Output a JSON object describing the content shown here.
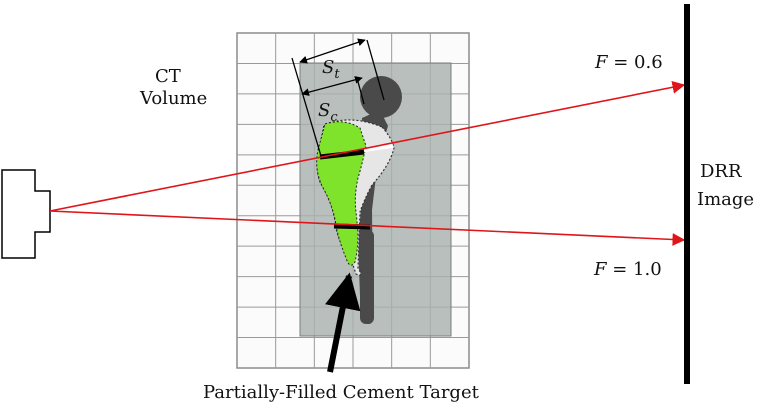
{
  "labels": {
    "ct_line1": "CT",
    "ct_line2": "Volume",
    "drr_line1": "DRR",
    "drr_line2": "Image",
    "target": "Partially-Filled Cement Target"
  },
  "math": {
    "s_var": "S",
    "s_t_sub": "t",
    "s_c_sub": "c",
    "f_top_var": "F",
    "f_top_rest": " = 0.6",
    "f_bottom_var": "F",
    "f_bottom_rest": " = 1.0"
  },
  "colors": {
    "ray": "#e0151a",
    "cement": "#7ee32a",
    "implant": "#4a4a4a",
    "bone_overlay": "#a9b0ac",
    "grid_line": "#9a9a9a",
    "detector": "#000000"
  },
  "icons": {
    "source": "x-ray-source-icon",
    "arrow": "arrow-up-icon"
  }
}
